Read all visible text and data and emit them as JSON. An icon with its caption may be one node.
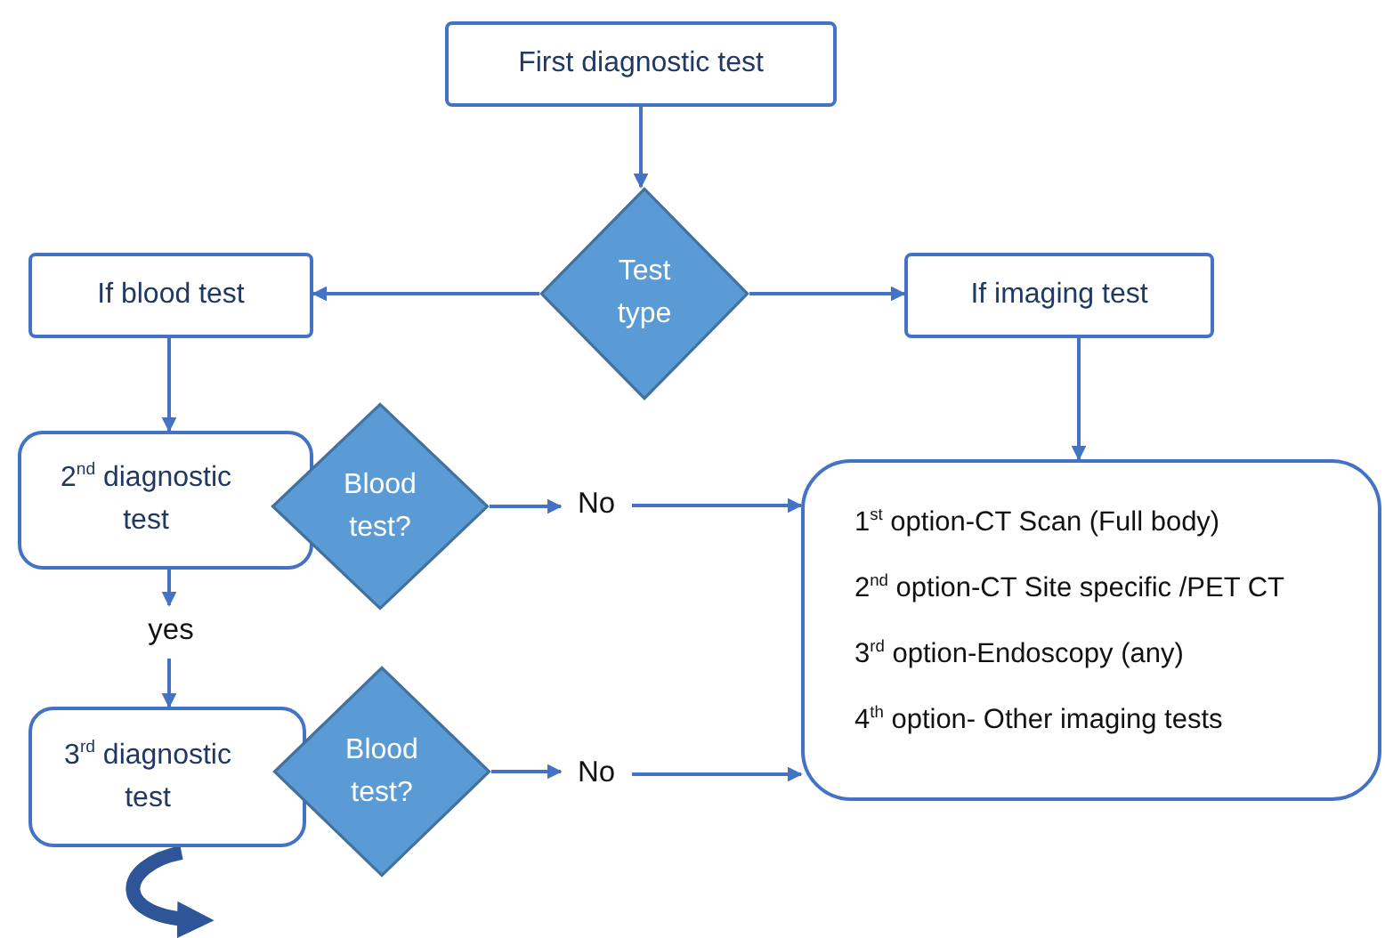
{
  "diagram": {
    "nodes": [
      {
        "text": [
          "First diagnostic test"
        ]
      },
      {
        "text": [
          "Test type"
        ]
      },
      {
        "text": [
          "If blood test"
        ]
      },
      {
        "text": [
          "If imaging test"
        ]
      },
      {
        "text": [
          "2$^{nd}$ diagnostic test"
        ]
      },
      {
        "text": [
          "Blood test?"
        ]
      },
      {
        "text": [
          "No"
        ]
      },
      {
        "text": [
          "1$^{st}$ option-CT Scan (Full body)",
          "2$^{nd}$ option-CT Site specific /PET CT",
          "3$^{rd}$ option-Endoscopy (any)",
          "4$^{th}$ option- Other imaging tests"
        ]
      },
      {
        "text": [
          "yes"
        ]
      },
      {
        "text": [
          "3$^{rd}$ diagnostic test"
        ]
      },
      {
        "text": [
          "Blood test?"
        ]
      },
      {
        "text": [
          "No"
        ]
      }
    ],
    "edges": [
      {
        "from": 0,
        "to": 1,
        "arrow": "to"
      },
      {
        "from": 1,
        "to": 2,
        "arrow": "to"
      },
      {
        "from": 1,
        "to": 3,
        "arrow": "to"
      },
      {
        "from": 2,
        "to": 4,
        "arrow": "to"
      },
      {
        "from": 3,
        "to": 7,
        "arrow": "to"
      },
      {
        "from": 5,
        "to": 6,
        "arrow": "to"
      },
      {
        "from": 6,
        "to": 7,
        "arrow": "to"
      },
      {
        "from": 4,
        "to": 8,
        "arrow": "to"
      },
      {
        "from": 8,
        "to": 9,
        "arrow": "to"
      },
      {
        "from": 10,
        "to": 11,
        "arrow": "to"
      },
      {
        "from": 11,
        "to": 7,
        "arrow": "to"
      },
      {
        "from": 9,
        "to": null,
        "arrow": "to",
        "style": "thick"
      }
    ]
  }
}
